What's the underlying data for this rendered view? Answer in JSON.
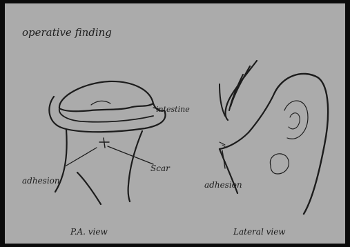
{
  "sketch": {
    "title": "operative finding",
    "labels": {
      "intestine": "intestine",
      "scar": "Scar",
      "adhesion_pa": "adhesion",
      "adhesion_lateral": "adhesion"
    },
    "captions": {
      "pa_view": "P.A. view",
      "lateral_view": "Lateral view"
    },
    "colors": {
      "paper": "#ababab",
      "ink": "#1c1c1c",
      "border": "#0b0b0b"
    }
  }
}
